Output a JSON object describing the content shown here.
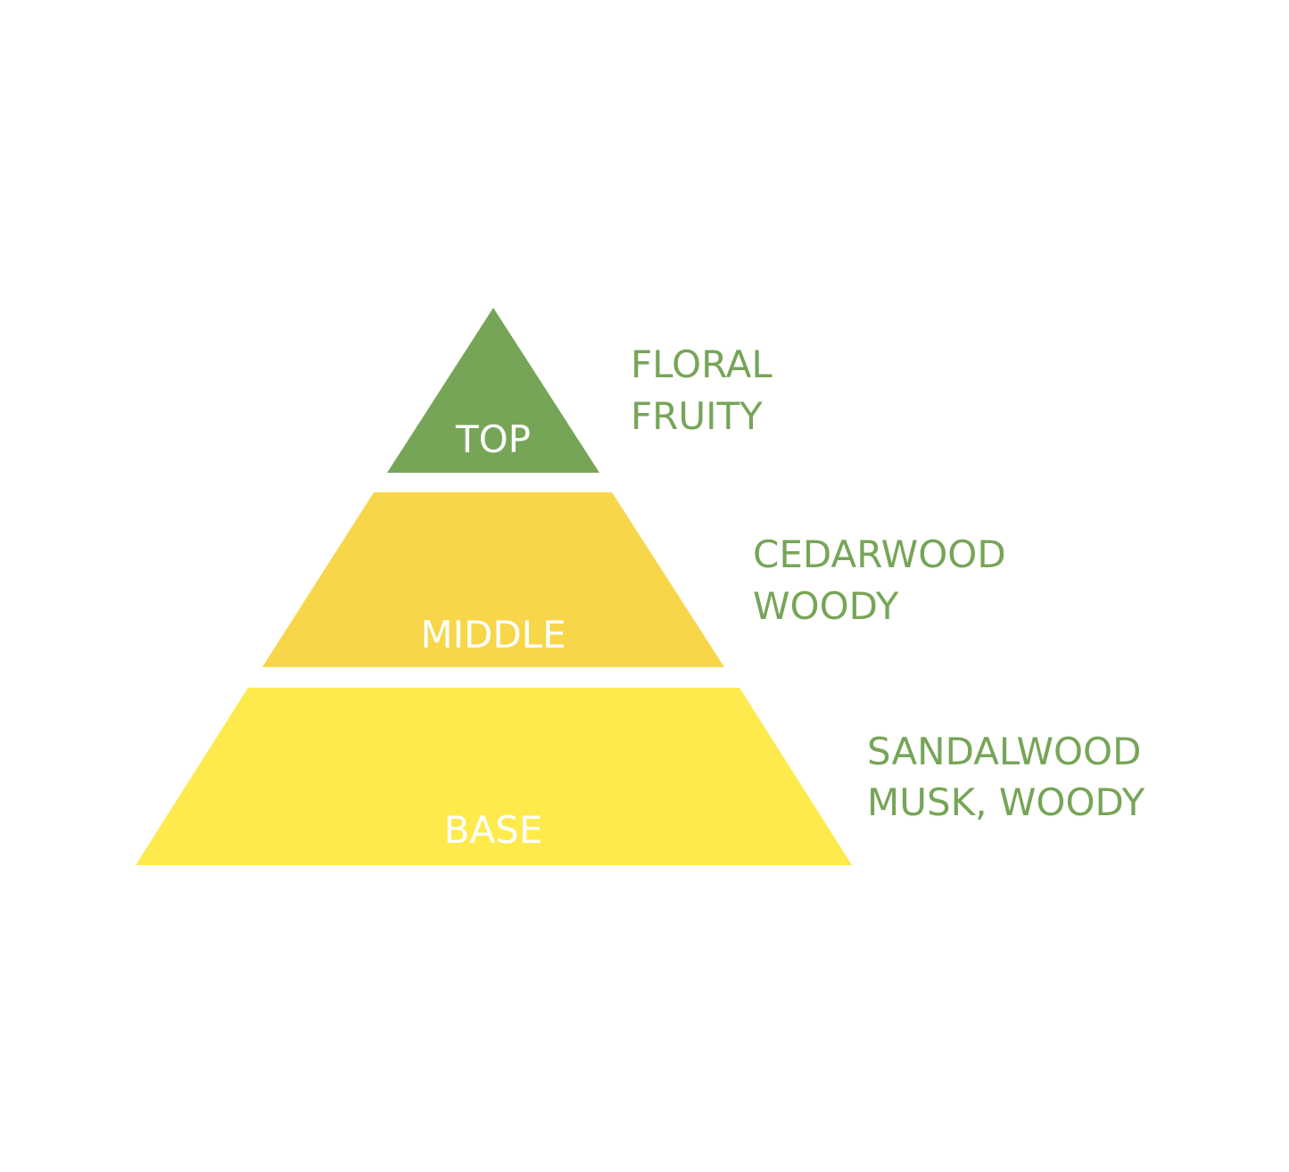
{
  "colors": {
    "background": "#ffffff",
    "top_tier": "#76a557",
    "middle_tier": "#f7d649",
    "base_tier": "#feea4c",
    "tier_label_text": "#ffffff",
    "notes_text": "#76a557"
  },
  "pyramid": {
    "top": {
      "label": "TOP",
      "notes_line1": "FLORAL",
      "notes_line2": "FRUITY"
    },
    "middle": {
      "label": "MIDDLE",
      "notes_line1": "CEDARWOOD",
      "notes_line2": "WOODY"
    },
    "base": {
      "label": "BASE",
      "notes_line1": "SANDALWOOD",
      "notes_line2": "MUSK, WOODY"
    }
  }
}
